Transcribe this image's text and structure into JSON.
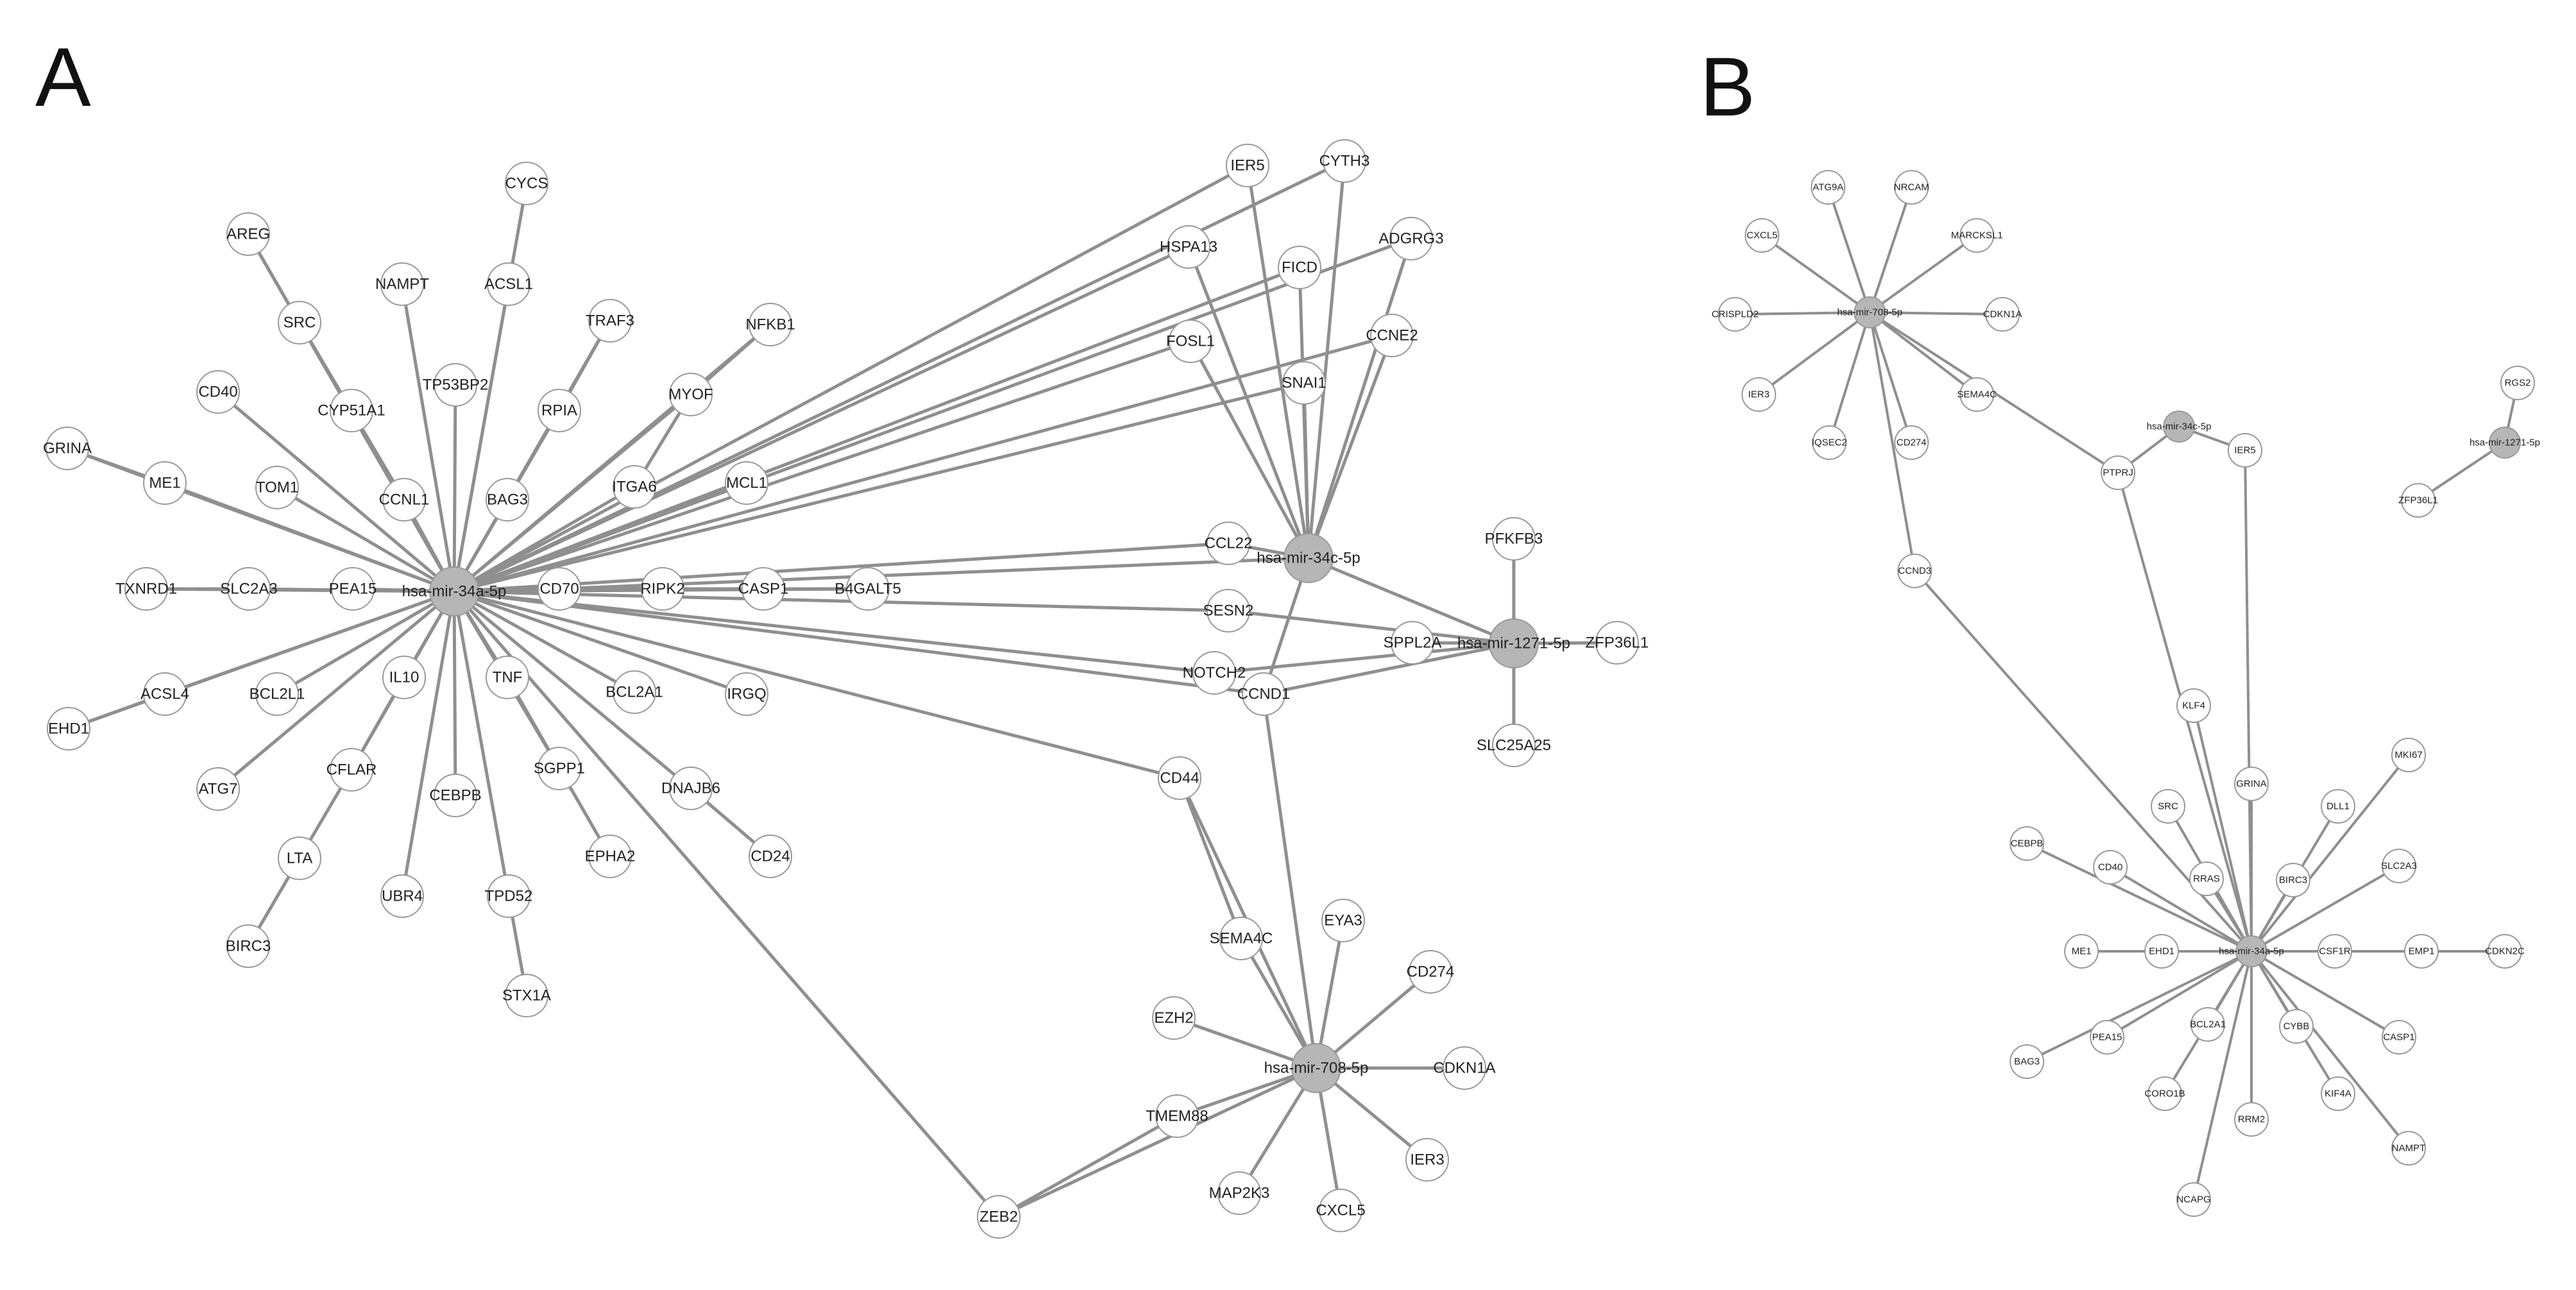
{
  "panels": [
    {
      "id": "A",
      "label": "A",
      "nodes": {
        "hsa-mir-34a-5p": {
          "hub": true
        },
        "hsa-mir-34c-5p": {
          "hub": true
        },
        "hsa-mir-1271-5p": {
          "hub": true
        },
        "hsa-mir-708-5p": {
          "hub": true
        },
        "CYCS": {},
        "AREG": {},
        "NAMPT": {},
        "ACSL1": {},
        "TRAF3": {},
        "NFKB1": {},
        "SRC": {},
        "TP53BP2": {},
        "CYP51A1": {},
        "RPIA": {},
        "MYOF": {},
        "CD40": {},
        "GRINA": {},
        "ME1": {},
        "TOM1": {},
        "CCNL1": {},
        "BAG3": {},
        "ITGA6": {},
        "MCL1": {},
        "TXNRD1": {},
        "SLC2A3": {},
        "PEA15": {},
        "CD70": {},
        "RIPK2": {},
        "CASP1": {},
        "B4GALT5": {},
        "EHD1": {},
        "ACSL4": {},
        "BCL2L1": {},
        "IL10": {},
        "TNF": {},
        "BCL2A1": {},
        "IRGQ": {},
        "ATG7": {},
        "CFLAR": {},
        "CEBPB": {},
        "SGPP1": {},
        "DNAJB6": {},
        "CD24": {},
        "EPHA2": {},
        "LTA": {},
        "UBR4": {},
        "TPD52": {},
        "BIRC3": {},
        "STX1A": {},
        "IER5": {},
        "CYTH3": {},
        "HSPA13": {},
        "FICD": {},
        "ADGRG3": {},
        "FOSL1": {},
        "SNAI1": {},
        "CCNE2": {},
        "CCL22": {},
        "SESN2": {},
        "NOTCH2": {},
        "CCND1": {},
        "PFKFB3": {},
        "SPPL2A": {},
        "ZFP36L1": {},
        "SLC25A25": {},
        "CD44": {},
        "SEMA4C": {},
        "EYA3": {},
        "CD274": {},
        "EZH2": {},
        "CDKN1A": {},
        "TMEM88": {},
        "IER3": {},
        "MAP2K3": {},
        "CXCL5": {},
        "ZEB2": {}
      },
      "edges": [
        [
          "hsa-mir-34a-5p",
          "CYCS"
        ],
        [
          "hsa-mir-34a-5p",
          "AREG"
        ],
        [
          "hsa-mir-34a-5p",
          "NAMPT"
        ],
        [
          "hsa-mir-34a-5p",
          "ACSL1"
        ],
        [
          "hsa-mir-34a-5p",
          "TRAF3"
        ],
        [
          "hsa-mir-34a-5p",
          "NFKB1"
        ],
        [
          "hsa-mir-34a-5p",
          "SRC"
        ],
        [
          "hsa-mir-34a-5p",
          "TP53BP2"
        ],
        [
          "hsa-mir-34a-5p",
          "CYP51A1"
        ],
        [
          "hsa-mir-34a-5p",
          "RPIA"
        ],
        [
          "hsa-mir-34a-5p",
          "MYOF"
        ],
        [
          "hsa-mir-34a-5p",
          "CD40"
        ],
        [
          "hsa-mir-34a-5p",
          "GRINA"
        ],
        [
          "hsa-mir-34a-5p",
          "ME1"
        ],
        [
          "hsa-mir-34a-5p",
          "TOM1"
        ],
        [
          "hsa-mir-34a-5p",
          "CCNL1"
        ],
        [
          "hsa-mir-34a-5p",
          "BAG3"
        ],
        [
          "hsa-mir-34a-5p",
          "ITGA6"
        ],
        [
          "hsa-mir-34a-5p",
          "MCL1"
        ],
        [
          "hsa-mir-34a-5p",
          "TXNRD1"
        ],
        [
          "hsa-mir-34a-5p",
          "SLC2A3"
        ],
        [
          "hsa-mir-34a-5p",
          "PEA15"
        ],
        [
          "hsa-mir-34a-5p",
          "CD70"
        ],
        [
          "hsa-mir-34a-5p",
          "RIPK2"
        ],
        [
          "hsa-mir-34a-5p",
          "CASP1"
        ],
        [
          "hsa-mir-34a-5p",
          "B4GALT5"
        ],
        [
          "hsa-mir-34a-5p",
          "EHD1"
        ],
        [
          "hsa-mir-34a-5p",
          "ACSL4"
        ],
        [
          "hsa-mir-34a-5p",
          "BCL2L1"
        ],
        [
          "hsa-mir-34a-5p",
          "IL10"
        ],
        [
          "hsa-mir-34a-5p",
          "TNF"
        ],
        [
          "hsa-mir-34a-5p",
          "BCL2A1"
        ],
        [
          "hsa-mir-34a-5p",
          "IRGQ"
        ],
        [
          "hsa-mir-34a-5p",
          "ATG7"
        ],
        [
          "hsa-mir-34a-5p",
          "CFLAR"
        ],
        [
          "hsa-mir-34a-5p",
          "CEBPB"
        ],
        [
          "hsa-mir-34a-5p",
          "SGPP1"
        ],
        [
          "hsa-mir-34a-5p",
          "DNAJB6"
        ],
        [
          "hsa-mir-34a-5p",
          "UBR4"
        ],
        [
          "hsa-mir-34a-5p",
          "TPD52"
        ],
        [
          "hsa-mir-34a-5p",
          "ZEB2"
        ],
        [
          "hsa-mir-34a-5p",
          "CD44"
        ],
        [
          "hsa-mir-34a-5p",
          "IER5"
        ],
        [
          "hsa-mir-34a-5p",
          "CYTH3"
        ],
        [
          "hsa-mir-34a-5p",
          "HSPA13"
        ],
        [
          "hsa-mir-34a-5p",
          "FICD"
        ],
        [
          "hsa-mir-34a-5p",
          "ADGRG3"
        ],
        [
          "hsa-mir-34a-5p",
          "FOSL1"
        ],
        [
          "hsa-mir-34a-5p",
          "SNAI1"
        ],
        [
          "hsa-mir-34a-5p",
          "CCNE2"
        ],
        [
          "hsa-mir-34a-5p",
          "CCL22"
        ],
        [
          "hsa-mir-34a-5p",
          "SESN2"
        ],
        [
          "hsa-mir-34a-5p",
          "NOTCH2"
        ],
        [
          "hsa-mir-34a-5p",
          "CCND1"
        ],
        [
          "SRC",
          "AREG"
        ],
        [
          "CYP51A1",
          "SRC"
        ],
        [
          "CCNL1",
          "CYP51A1"
        ],
        [
          "ME1",
          "GRINA"
        ],
        [
          "SLC2A3",
          "TXNRD1"
        ],
        [
          "ACSL4",
          "EHD1"
        ],
        [
          "IL10",
          "CFLAR"
        ],
        [
          "CFLAR",
          "LTA"
        ],
        [
          "LTA",
          "BIRC3"
        ],
        [
          "TNF",
          "SGPP1"
        ],
        [
          "SGPP1",
          "EPHA2"
        ],
        [
          "DNAJB6",
          "CD24"
        ],
        [
          "TPD52",
          "STX1A"
        ],
        [
          "MYOF",
          "NFKB1"
        ],
        [
          "RPIA",
          "TRAF3"
        ],
        [
          "BAG3",
          "RPIA"
        ],
        [
          "ITGA6",
          "MYOF"
        ],
        [
          "CD70",
          "RIPK2"
        ],
        [
          "RIPK2",
          "CASP1"
        ],
        [
          "CASP1",
          "B4GALT5"
        ],
        [
          "hsa-mir-34c-5p",
          "IER5"
        ],
        [
          "hsa-mir-34c-5p",
          "CYTH3"
        ],
        [
          "hsa-mir-34c-5p",
          "HSPA13"
        ],
        [
          "hsa-mir-34c-5p",
          "FICD"
        ],
        [
          "hsa-mir-34c-5p",
          "ADGRG3"
        ],
        [
          "hsa-mir-34c-5p",
          "FOSL1"
        ],
        [
          "hsa-mir-34c-5p",
          "SNAI1"
        ],
        [
          "hsa-mir-34c-5p",
          "CCNE2"
        ],
        [
          "hsa-mir-34c-5p",
          "CCL22"
        ],
        [
          "hsa-mir-34c-5p",
          "CCND1"
        ],
        [
          "hsa-mir-34c-5p",
          "hsa-mir-1271-5p"
        ],
        [
          "hsa-mir-34c-5p",
          "CD70"
        ],
        [
          "hsa-mir-1271-5p",
          "PFKFB3"
        ],
        [
          "hsa-mir-1271-5p",
          "SPPL2A"
        ],
        [
          "hsa-mir-1271-5p",
          "ZFP36L1"
        ],
        [
          "hsa-mir-1271-5p",
          "SLC25A25"
        ],
        [
          "hsa-mir-1271-5p",
          "SESN2"
        ],
        [
          "hsa-mir-1271-5p",
          "NOTCH2"
        ],
        [
          "hsa-mir-1271-5p",
          "CCND1"
        ],
        [
          "hsa-mir-708-5p",
          "CD44"
        ],
        [
          "hsa-mir-708-5p",
          "SEMA4C"
        ],
        [
          "hsa-mir-708-5p",
          "EYA3"
        ],
        [
          "hsa-mir-708-5p",
          "CD274"
        ],
        [
          "hsa-mir-708-5p",
          "EZH2"
        ],
        [
          "hsa-mir-708-5p",
          "CDKN1A"
        ],
        [
          "hsa-mir-708-5p",
          "TMEM88"
        ],
        [
          "hsa-mir-708-5p",
          "IER3"
        ],
        [
          "hsa-mir-708-5p",
          "MAP2K3"
        ],
        [
          "hsa-mir-708-5p",
          "CXCL5"
        ],
        [
          "hsa-mir-708-5p",
          "CCND1"
        ],
        [
          "hsa-mir-708-5p",
          "ZEB2"
        ],
        [
          "TMEM88",
          "ZEB2"
        ],
        [
          "CD44",
          "SEMA4C"
        ]
      ]
    },
    {
      "id": "B",
      "label": "B",
      "nodes": {
        "hsa-mir-708-5p": {
          "hub": true
        },
        "hsa-mir-34c-5p": {
          "hub": true
        },
        "hsa-mir-1271-5p": {
          "hub": true
        },
        "hsa-mir-34a-5p": {
          "hub": true
        },
        "ATG9A": {},
        "NRCAM": {},
        "MARCKSL1": {},
        "CXCL5": {},
        "CRISPLD2": {},
        "CDKN1A": {},
        "IER3": {},
        "IQSEC2": {},
        "CD274": {},
        "SEMA4C": {},
        "CCND3": {},
        "PTPRJ": {},
        "IER5": {},
        "RGS2": {},
        "ZFP36L1": {},
        "KLF4": {},
        "GRINA": {},
        "MKI67": {},
        "SRC": {},
        "DLL1": {},
        "CEBPB": {},
        "CD40": {},
        "RRAS": {},
        "BIRC3": {},
        "SLC2A3": {},
        "ME1": {},
        "EHD1": {},
        "CSF1R": {},
        "EMP1": {},
        "CDKN2C": {},
        "BAG3": {},
        "PEA15": {},
        "BCL2A1": {},
        "CYBB": {},
        "CASP1": {},
        "CORO1B": {},
        "KIF4A": {},
        "RRM2": {},
        "NAMPT": {},
        "NCAPG": {}
      },
      "edges": [
        [
          "hsa-mir-708-5p",
          "ATG9A"
        ],
        [
          "hsa-mir-708-5p",
          "NRCAM"
        ],
        [
          "hsa-mir-708-5p",
          "MARCKSL1"
        ],
        [
          "hsa-mir-708-5p",
          "CXCL5"
        ],
        [
          "hsa-mir-708-5p",
          "CRISPLD2"
        ],
        [
          "hsa-mir-708-5p",
          "CDKN1A"
        ],
        [
          "hsa-mir-708-5p",
          "IER3"
        ],
        [
          "hsa-mir-708-5p",
          "IQSEC2"
        ],
        [
          "hsa-mir-708-5p",
          "CD274"
        ],
        [
          "hsa-mir-708-5p",
          "SEMA4C"
        ],
        [
          "hsa-mir-708-5p",
          "CCND3"
        ],
        [
          "hsa-mir-708-5p",
          "PTPRJ"
        ],
        [
          "hsa-mir-34c-5p",
          "PTPRJ"
        ],
        [
          "hsa-mir-34c-5p",
          "IER5"
        ],
        [
          "hsa-mir-1271-5p",
          "RGS2"
        ],
        [
          "hsa-mir-1271-5p",
          "ZFP36L1"
        ],
        [
          "hsa-mir-34a-5p",
          "CCND3"
        ],
        [
          "hsa-mir-34a-5p",
          "PTPRJ"
        ],
        [
          "hsa-mir-34a-5p",
          "IER5"
        ],
        [
          "hsa-mir-34a-5p",
          "KLF4"
        ],
        [
          "hsa-mir-34a-5p",
          "GRINA"
        ],
        [
          "hsa-mir-34a-5p",
          "MKI67"
        ],
        [
          "hsa-mir-34a-5p",
          "SRC"
        ],
        [
          "hsa-mir-34a-5p",
          "DLL1"
        ],
        [
          "hsa-mir-34a-5p",
          "CEBPB"
        ],
        [
          "hsa-mir-34a-5p",
          "CD40"
        ],
        [
          "hsa-mir-34a-5p",
          "RRAS"
        ],
        [
          "hsa-mir-34a-5p",
          "BIRC3"
        ],
        [
          "hsa-mir-34a-5p",
          "SLC2A3"
        ],
        [
          "hsa-mir-34a-5p",
          "ME1"
        ],
        [
          "hsa-mir-34a-5p",
          "EHD1"
        ],
        [
          "hsa-mir-34a-5p",
          "CSF1R"
        ],
        [
          "hsa-mir-34a-5p",
          "EMP1"
        ],
        [
          "hsa-mir-34a-5p",
          "BAG3"
        ],
        [
          "hsa-mir-34a-5p",
          "PEA15"
        ],
        [
          "hsa-mir-34a-5p",
          "BCL2A1"
        ],
        [
          "hsa-mir-34a-5p",
          "CYBB"
        ],
        [
          "hsa-mir-34a-5p",
          "CASP1"
        ],
        [
          "hsa-mir-34a-5p",
          "CORO1B"
        ],
        [
          "hsa-mir-34a-5p",
          "KIF4A"
        ],
        [
          "hsa-mir-34a-5p",
          "RRM2"
        ],
        [
          "hsa-mir-34a-5p",
          "NAMPT"
        ],
        [
          "hsa-mir-34a-5p",
          "NCAPG"
        ],
        [
          "EMP1",
          "CDKN2C"
        ]
      ]
    }
  ]
}
